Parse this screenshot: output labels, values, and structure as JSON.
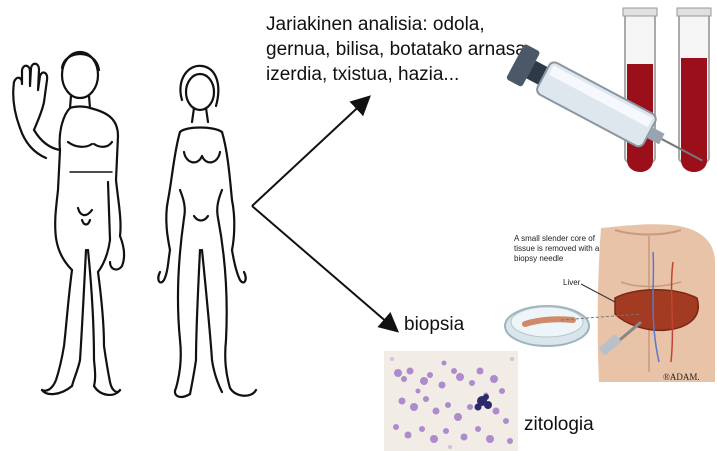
{
  "fluids_text": "Jariakinen analisia: odola, gernua, bilisa, botatako arnasa, izerdia, txistua, hazia...",
  "biopsy_label": "biopsia",
  "cytology_label": "zitologia",
  "biopsy_image": {
    "caption": "A small slender core of tissue is removed with a biopsy needle",
    "organ_label": "Liver",
    "credit": "®ADAM."
  }
}
